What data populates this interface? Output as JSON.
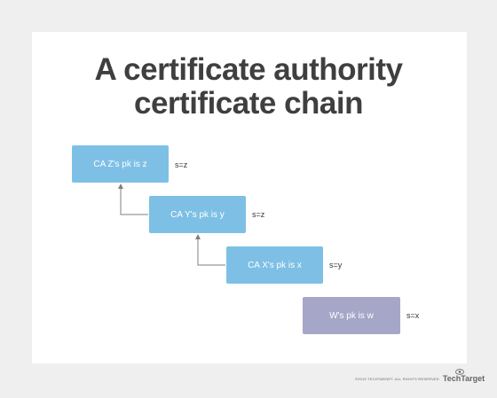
{
  "title": {
    "line1": "A certificate authority",
    "line2": "certificate chain"
  },
  "chain": [
    {
      "label": "CA Z's pk is z",
      "signature": "s=z"
    },
    {
      "label": "CA Y's pk is y",
      "signature": "s=z"
    },
    {
      "label": "CA X's pk is x",
      "signature": "s=y"
    },
    {
      "label": "W's pk is w",
      "signature": "s=x"
    }
  ],
  "footer": {
    "copyright": "©2019 TECHTARGET. ALL RIGHTS RESERVED",
    "logo": "TechTarget"
  },
  "colors": {
    "ca_box": "#7ec0e5",
    "end_entity_box": "#a6a6c8",
    "connector": "#7f7f7f",
    "title": "#3f3f3f"
  }
}
